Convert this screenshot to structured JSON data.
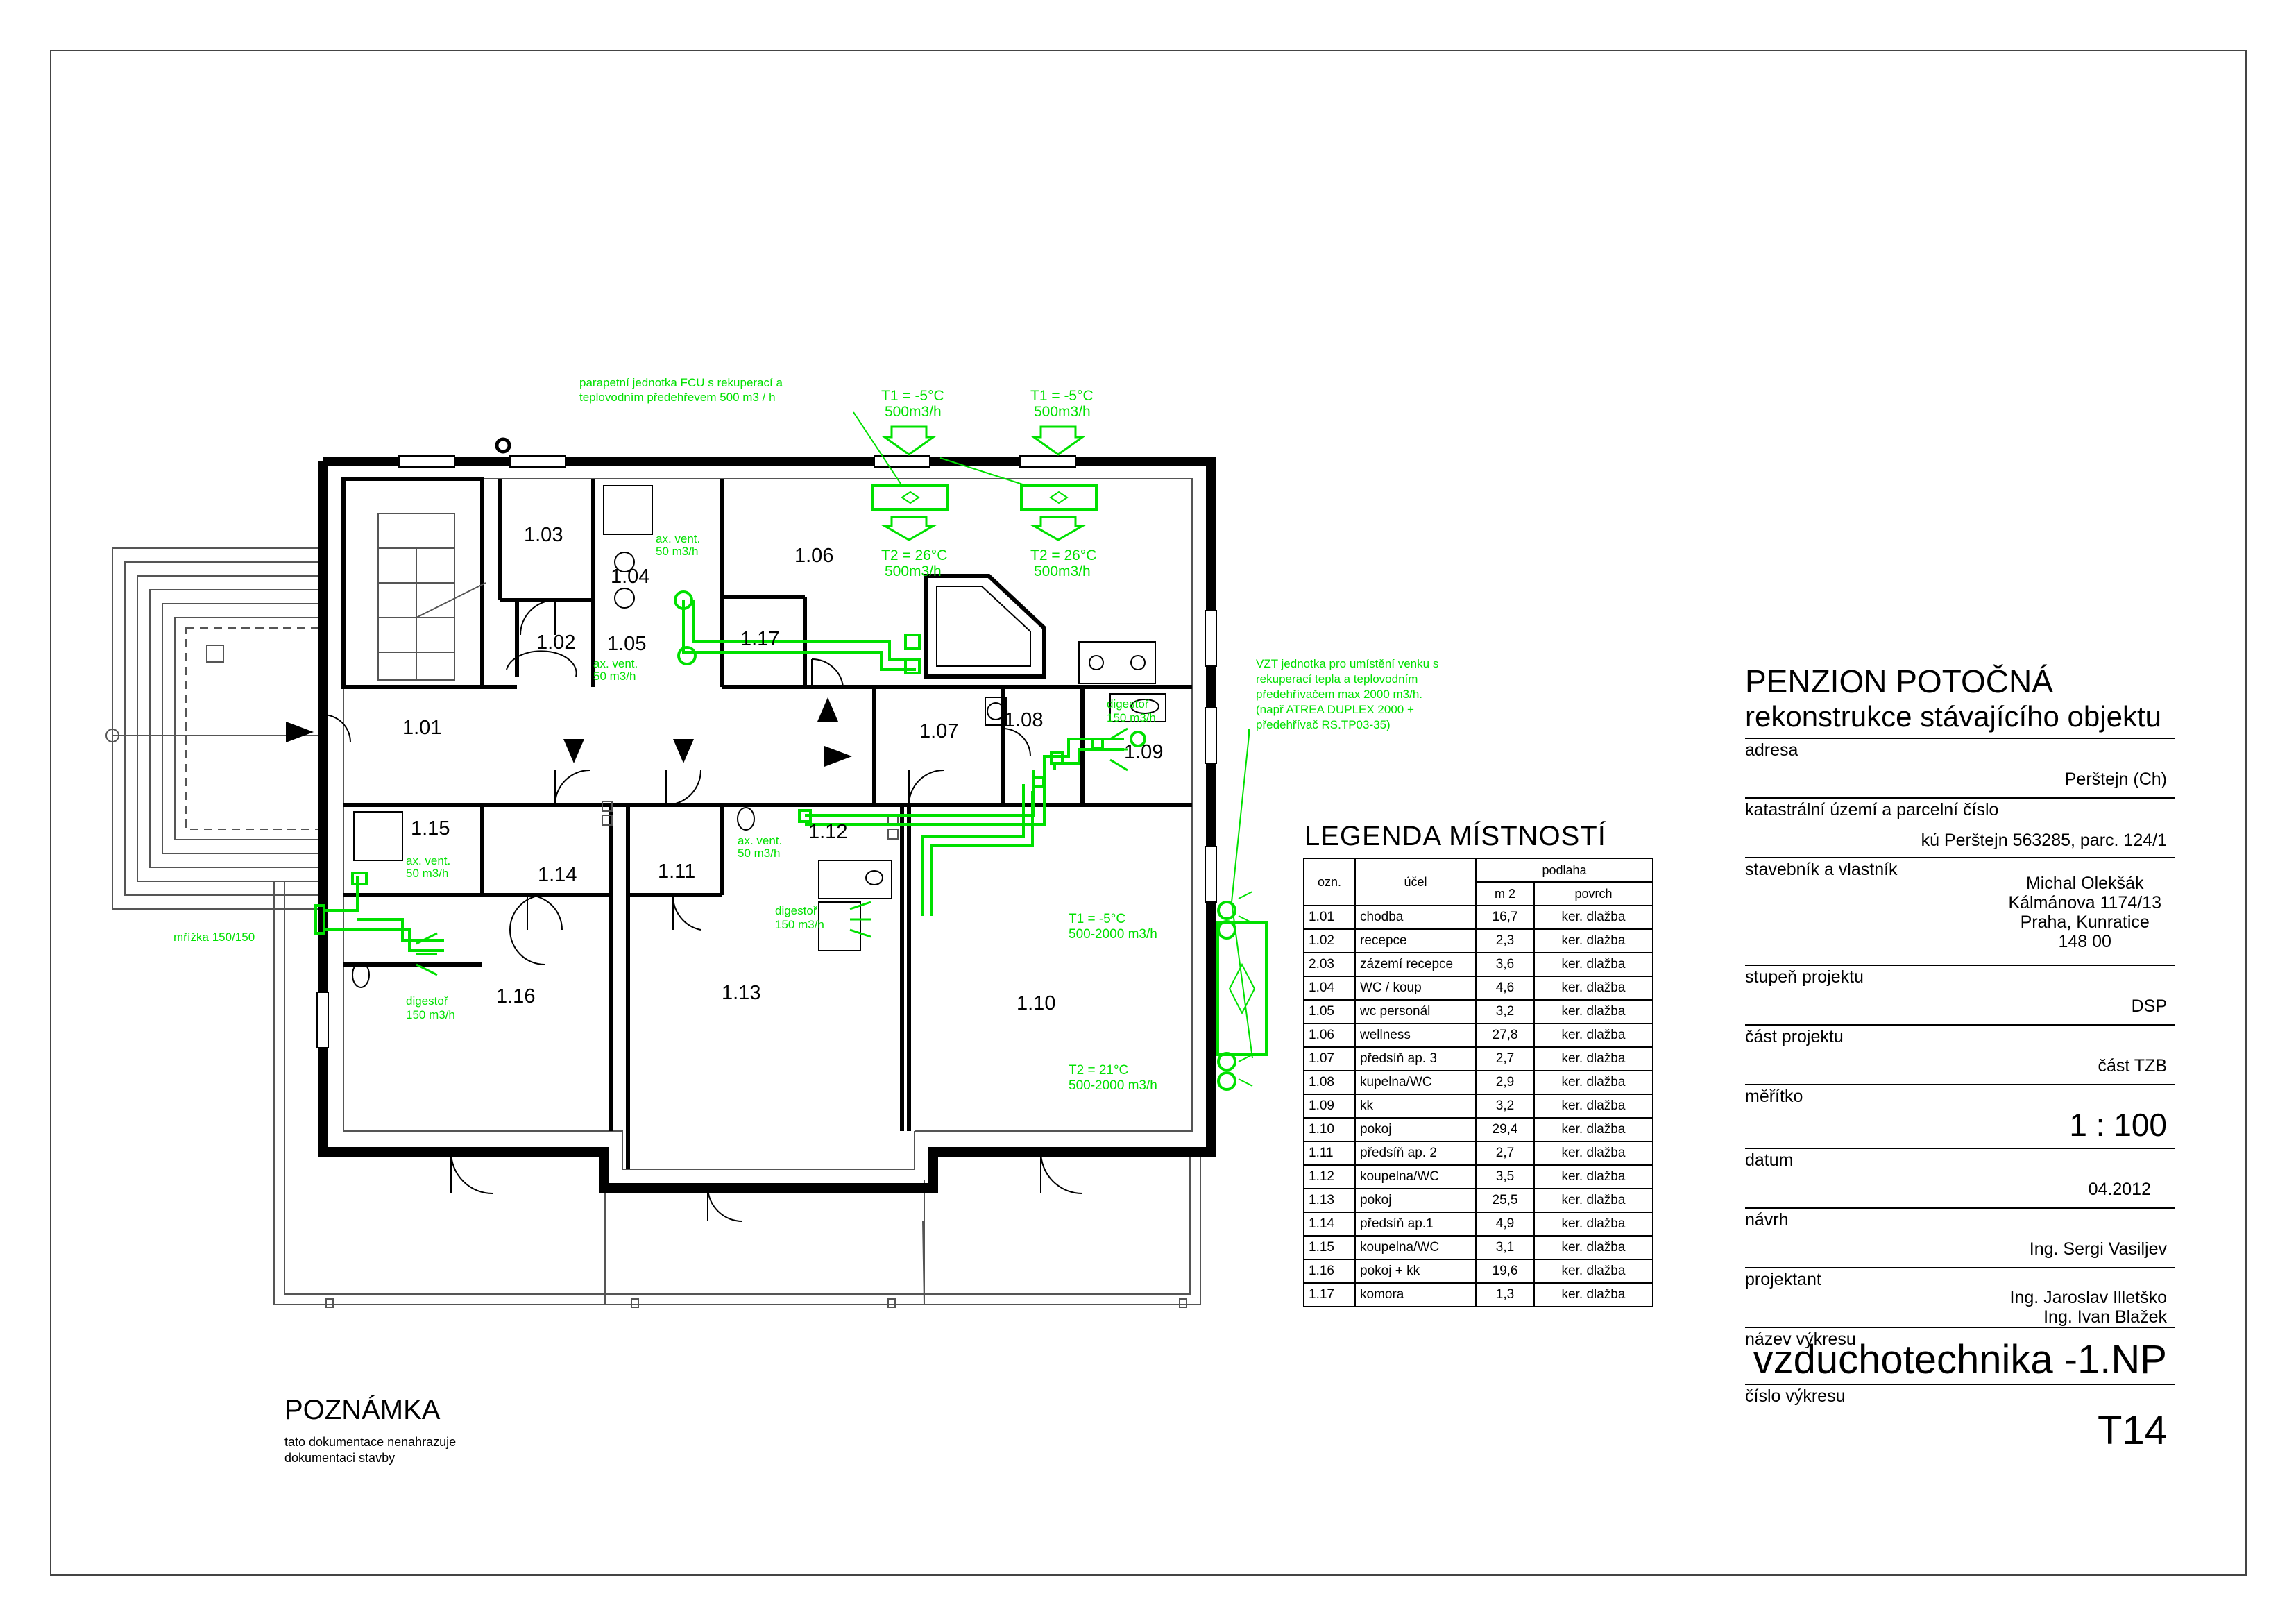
{
  "project": {
    "name": "PENZION POTOČNÁ",
    "subtitle": "rekonstrukce stávajícího objektu"
  },
  "title_block": {
    "address_label": "adresa",
    "address_value": "Perštejn (Ch)",
    "cadastre_label": "katastrální území a parcelní číslo",
    "cadastre_value": "kú Perštejn 563285, parc. 124/1",
    "owner_label": "stavebník a vlastník",
    "owner_lines": [
      "Michal Olekšák",
      "Kálmánova 1174/13",
      "Praha, Kunratice",
      "148 00"
    ],
    "stage_label": "stupeň projektu",
    "stage_value": "DSP",
    "part_label": "část projektu",
    "part_value": "část TZB",
    "scale_label": "měřítko",
    "scale_value": "1 : 100",
    "date_label": "datum",
    "date_value": "04.2012",
    "design_label": "návrh",
    "design_value": "Ing. Sergi Vasiljev",
    "designer_label": "projektant",
    "designer_lines": [
      "Ing. Jaroslav Illetško",
      "Ing. Ivan Blažek"
    ],
    "drawing_name_label": "název výkresu",
    "drawing_name_value": "vzduchotechnika -1.NP",
    "drawing_number_label": "číslo výkresu",
    "drawing_number_value": "T14"
  },
  "legend": {
    "title": "LEGENDA MÍSTNOSTÍ",
    "headers": {
      "id": "ozn.",
      "purpose": "účel",
      "floor": "podlaha",
      "area": "m 2",
      "surface": "povrch"
    },
    "rows": [
      [
        "1.01",
        "chodba",
        "16,7",
        "ker. dlažba"
      ],
      [
        "1.02",
        "recepce",
        "2,3",
        "ker. dlažba"
      ],
      [
        "2.03",
        "zázemí recepce",
        "3,6",
        "ker. dlažba"
      ],
      [
        "1.04",
        "WC / koup",
        "4,6",
        "ker. dlažba"
      ],
      [
        "1.05",
        "wc personál",
        "3,2",
        "ker. dlažba"
      ],
      [
        "1.06",
        "wellness",
        "27,8",
        "ker. dlažba"
      ],
      [
        "1.07",
        "předsíň ap. 3",
        "2,7",
        "ker. dlažba"
      ],
      [
        "1.08",
        "kupelna/WC",
        "2,9",
        "ker. dlažba"
      ],
      [
        "1.09",
        "kk",
        "3,2",
        "ker. dlažba"
      ],
      [
        "1.10",
        "pokoj",
        "29,4",
        "ker. dlažba"
      ],
      [
        "1.11",
        "předsíň ap. 2",
        "2,7",
        "ker. dlažba"
      ],
      [
        "1.12",
        "koupelna/WC",
        "3,5",
        "ker. dlažba"
      ],
      [
        "1.13",
        "pokoj",
        "25,5",
        "ker. dlažba"
      ],
      [
        "1.14",
        "předsíň ap.1",
        "4,9",
        "ker. dlažba"
      ],
      [
        "1.15",
        "koupelna/WC",
        "3,1",
        "ker. dlažba"
      ],
      [
        "1.16",
        "pokoj + kk",
        "19,6",
        "ker. dlažba"
      ],
      [
        "1.17",
        "komora",
        "1,3",
        "ker. dlažba"
      ]
    ]
  },
  "note": {
    "title": "POZNÁMKA",
    "lines": [
      "tato dokumentace nenahrazuje",
      "dokumentaci stavby"
    ]
  },
  "plan": {
    "rooms": {
      "r101": "1.01",
      "r102": "1.02",
      "r103": "1.03",
      "r104": "1.04",
      "r105": "1.05",
      "r106": "1.06",
      "r107": "1.07",
      "r108": "1.08",
      "r109": "1.09",
      "r110": "1.10",
      "r111": "1.11",
      "r112": "1.12",
      "r113": "1.13",
      "r114": "1.14",
      "r115": "1.15",
      "r116": "1.16",
      "r117": "1.17"
    },
    "annotations": {
      "fcu_line1": "parapetní jednotka FCU s rekuperací a",
      "fcu_line2": "teplovodním předehřevem 500 m3 / h",
      "t1a_1": "T1 = -5°C",
      "t1a_2": "500m3/h",
      "t1b_1": "T1 = -5°C",
      "t1b_2": "500m3/h",
      "t2a_1": "T2 = 26°C",
      "t2a_2": "500m3/h",
      "t2b_1": "T2 = 26°C",
      "t2b_2": "500m3/h",
      "vzt_1": "VZT jednotka pro umístění venku s",
      "vzt_2": "rekuperací tepla a teplovodním",
      "vzt_3": "předehřívačem max 2000 m3/h.",
      "vzt_4": "(např ATREA DUPLEX 2000 +",
      "vzt_5": "předehřívač RS.TP03-35)",
      "ax1_1": "ax. vent.",
      "ax1_2": "50 m3/h",
      "ax2_1": "ax. vent.",
      "ax2_2": "50 m3/h",
      "ax3_1": "ax. vent.",
      "ax3_2": "50 m3/h",
      "ax4_1": "ax. vent.",
      "ax4_2": "50 m3/h",
      "dig1_1": "digestoř",
      "dig1_2": "150 m3/h",
      "dig2_1": "digestoř",
      "dig2_2": "150 m3/h",
      "dig3_1": "digestoř",
      "dig3_2": "150 m3/h",
      "grille": "mřížka 150/150",
      "t1c_1": "T1 = -5°C",
      "t1c_2": "500-2000 m3/h",
      "t2c_1": "T2 = 21°C",
      "t2c_2": "500-2000 m3/h"
    },
    "colors": {
      "hvac": "#00e000",
      "walls": "#000000",
      "thin": "#555555"
    }
  }
}
